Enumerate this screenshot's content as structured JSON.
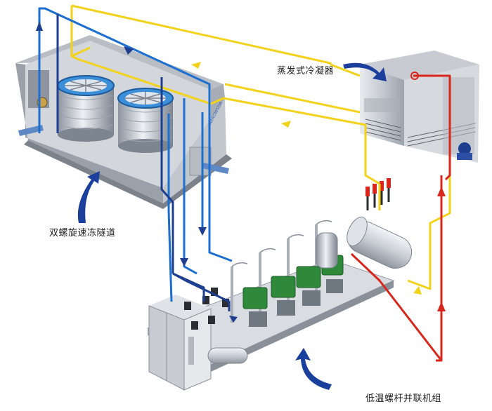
{
  "labels": {
    "condenser": "蒸发式冷凝器",
    "tunnel": "双螺旋速冻隧道",
    "compressor": "低温螺杆并联机组"
  },
  "brand_mark": "ARROWSDA",
  "colors": {
    "yellow_line": "#f2d21b",
    "blue_line": "#1c6fd1",
    "navy_line": "#1e3f8f",
    "red_line": "#d9261c",
    "arrow": "#1a3f9c",
    "frame": "#c9cdd3",
    "frame_dark": "#8a9099",
    "equipment_green": "#2e8a3a"
  }
}
